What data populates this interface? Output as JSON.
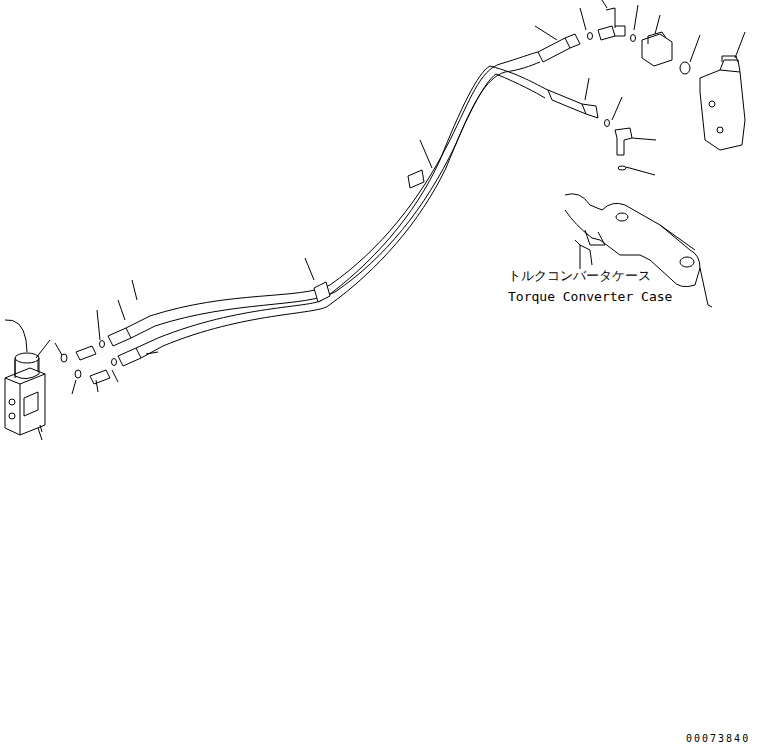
{
  "diagram": {
    "labels": [
      "トルクコンバータケース",
      "Torque Converter Case",
      "00073840"
    ]
  }
}
